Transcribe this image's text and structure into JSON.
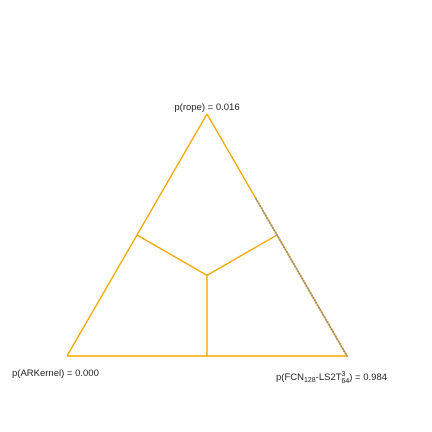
{
  "chart_data": {
    "type": "scatter",
    "subtype": "ternary (barycentric) posterior plot",
    "vertices": {
      "top": {
        "name": "p(rope)",
        "value": "0.016"
      },
      "left": {
        "name": "p(ARKernel)",
        "value": "0.000"
      },
      "right": {
        "name": "p(FCN128-LS2T3/64)",
        "value": "0.984"
      }
    },
    "labels": {
      "top": "p(rope) = 0.016",
      "left": "p(ARKernel) = 0.000",
      "right_prefix": "p(FCN",
      "right_sub1": "128",
      "right_mid": "-LS2T",
      "right_sup": "3",
      "right_sub2": "64",
      "right_suffix": ") = 0.984"
    },
    "samples_description": "posterior samples lie on the edge between p(rope) and p(FCN128-LS2T3/64) with p(ARKernel) ≈ 0",
    "samples": {
      "p_left_all": 0.0,
      "p_top": [
        0.0,
        0.01,
        0.02,
        0.03,
        0.04,
        0.05,
        0.06,
        0.07,
        0.08,
        0.09,
        0.1,
        0.11,
        0.12,
        0.13,
        0.14,
        0.15,
        0.16,
        0.17,
        0.18,
        0.19,
        0.2,
        0.21,
        0.22,
        0.23,
        0.24,
        0.25,
        0.26,
        0.27,
        0.28,
        0.29,
        0.3,
        0.31,
        0.32,
        0.33,
        0.34,
        0.35,
        0.36,
        0.37,
        0.38,
        0.39,
        0.4,
        0.41,
        0.42,
        0.43,
        0.44,
        0.45,
        0.46,
        0.47,
        0.48,
        0.49,
        0.5,
        0.51,
        0.52,
        0.53,
        0.54,
        0.55,
        0.56,
        0.57,
        0.58,
        0.59,
        0.6,
        0.61,
        0.62,
        0.63,
        0.64,
        0.65
      ]
    },
    "colors": {
      "triangle": "#f5a800",
      "points": "#8a8a8a"
    },
    "grid": false,
    "legend": "none"
  }
}
